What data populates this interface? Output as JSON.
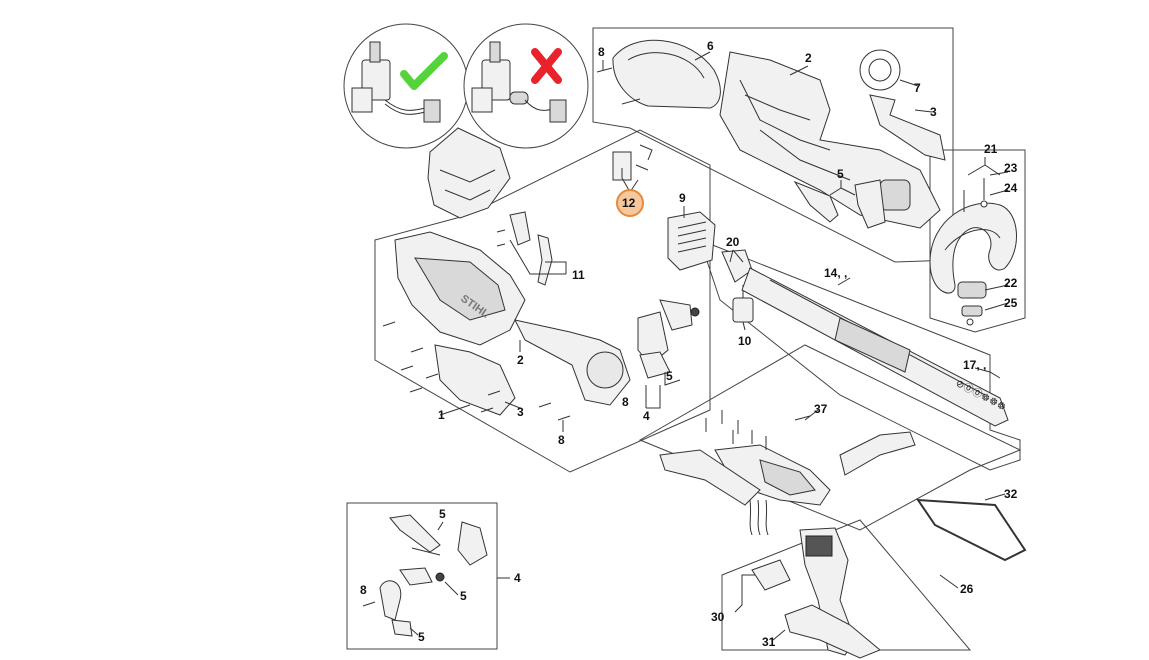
{
  "diagram": {
    "labels": {
      "l1": "1",
      "l2a": "2",
      "l2b": "2",
      "l3a": "3",
      "l3b": "3",
      "l4a": "4",
      "l4b": "4",
      "l5a": "5",
      "l5b": "5",
      "l5c": "5",
      "l5d": "5",
      "l5e": "5",
      "l6": "6",
      "l7": "7",
      "l8a": "8",
      "l8b": "8",
      "l8c": "8",
      "l8d": "8",
      "l9": "9",
      "l10": "10",
      "l11": "11",
      "l12": "12",
      "l14": "14, ,",
      "l17": "17, ,",
      "l20": "20",
      "l21": "21",
      "l22": "22",
      "l23": "23",
      "l24": "24",
      "l25": "25",
      "l26": "26",
      "l30": "30",
      "l31": "31",
      "l32": "32",
      "l37": "37"
    },
    "shaft_marking": "⊘⓪⓪☸☸☸",
    "housing_logo": "STIHL",
    "colors": {
      "check": "#56d33c",
      "cross": "#e8232b",
      "highlight_fill": "#f7c79e",
      "highlight_stroke": "#e58a3c"
    }
  }
}
